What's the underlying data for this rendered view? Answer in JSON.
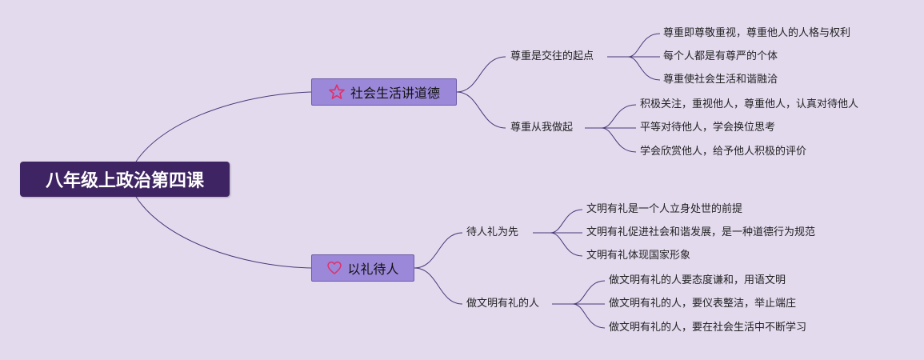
{
  "root": {
    "label": "八年级上政治第四课"
  },
  "branches": [
    {
      "label": "社会生活讲道德",
      "icon": "star-icon",
      "icon_color": "#e0306a",
      "subs": [
        {
          "label": "尊重是交往的起点",
          "leaves": [
            "尊重即尊敬重视，尊重他人的人格与权利",
            "每个人都是有尊严的个体",
            "尊重使社会生活和谐融洽"
          ]
        },
        {
          "label": "尊重从我做起",
          "leaves": [
            "积极关注，重视他人，尊重他人，认真对待他人",
            "平等对待他人，学会换位思考",
            "学会欣赏他人，给予他人积极的评价"
          ]
        }
      ]
    },
    {
      "label": "以礼待人",
      "icon": "heart-icon",
      "icon_color": "#e0306a",
      "subs": [
        {
          "label": "待人礼为先",
          "leaves": [
            "文明有礼是一个人立身处世的前提",
            "文明有礼促进社会和谐发展，是一种道德行为规范",
            "文明有礼体现国家形象"
          ]
        },
        {
          "label": "做文明有礼的人",
          "leaves": [
            "做文明有礼的人要态度谦和，用语文明",
            "做文明有礼的人，要仪表整洁，举止端庄",
            "做文明有礼的人，要在社会生活中不断学习"
          ]
        }
      ]
    }
  ],
  "colors": {
    "background": "#e3daee",
    "root_fill": "#3f2463",
    "branch_fill": "#9b88d8",
    "line": "#4a3a78"
  }
}
